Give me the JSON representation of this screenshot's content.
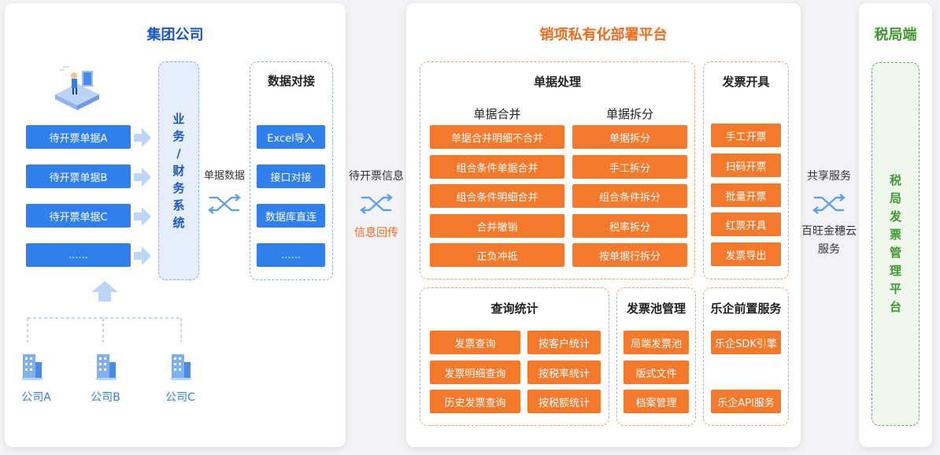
{
  "left": {
    "title": "集团公司",
    "pending_items": [
      "待开票单据A",
      "待开票单据B",
      "待开票单据C",
      "......"
    ],
    "system_chars": [
      "业",
      "务",
      "/",
      "财",
      "务",
      "系",
      "统"
    ],
    "flow_label": "单据数据",
    "integration": {
      "title": "数据对接",
      "items": [
        "Excel导入",
        "接口对接",
        "数据库直连",
        "......"
      ]
    },
    "companies": [
      "公司A",
      "公司B",
      "公司C"
    ]
  },
  "middle_link": {
    "top": "待开票信息",
    "bottom": "信息回传"
  },
  "center": {
    "title": "销项私有化部署平台",
    "doc_processing": {
      "title": "单据处理",
      "merge_title": "单据合并",
      "merge_items": [
        "单据合并明细不合并",
        "组合条件单据合并",
        "组合条件明细合并",
        "合并撤销",
        "正负冲抵"
      ],
      "split_title": "单据拆分",
      "split_items": [
        "单据拆分",
        "手工拆分",
        "组合条件拆分",
        "税率拆分",
        "按单据行拆分"
      ]
    },
    "invoicing": {
      "title": "发票开具",
      "items": [
        "手工开票",
        "扫码开票",
        "批量开票",
        "红票开具",
        "发票导出"
      ]
    },
    "query": {
      "title": "查询统计",
      "left_items": [
        "发票查询",
        "发票明细查询",
        "历史发票查询"
      ],
      "right_items": [
        "按客户统计",
        "按税率统计",
        "按税额统计"
      ]
    },
    "pool": {
      "title": "发票池管理",
      "items": [
        "局端发票池",
        "版式文件",
        "档案管理"
      ]
    },
    "leqi": {
      "title": "乐企前置服务",
      "items": [
        "乐企SDK引擎",
        "乐企API服务"
      ]
    }
  },
  "right_link": {
    "top": "共享服务",
    "bottom_lines": [
      "百旺金穗云",
      "服务"
    ]
  },
  "right": {
    "title": "税局端",
    "platform_chars": [
      "税",
      "局",
      "发",
      "票",
      "管",
      "理",
      "平",
      "台"
    ]
  },
  "colors": {
    "blue": "#2f80ed",
    "orange": "#f5792a",
    "green": "#3e9a2f",
    "title_blue": "#1a56c8",
    "title_orange": "#f26b1d"
  }
}
